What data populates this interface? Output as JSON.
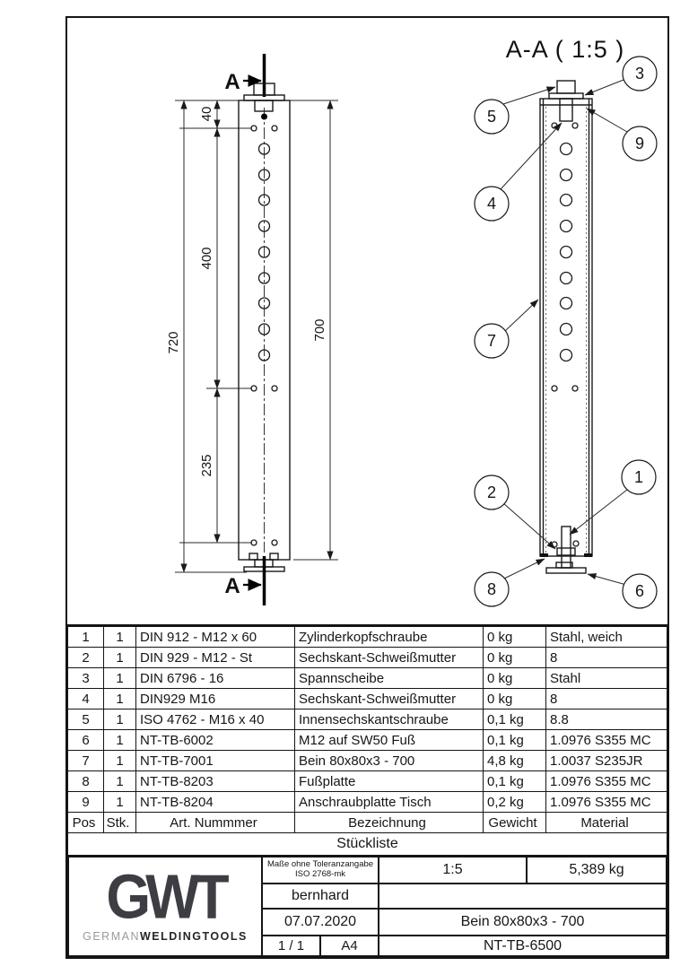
{
  "drawing": {
    "front_view": {
      "section_label": "A",
      "dims": {
        "d40": "40",
        "d400": "400",
        "d720": "720",
        "d235": "235",
        "d700": "700"
      }
    },
    "section_view": {
      "title": "A-A ( 1:5 )",
      "balloons": {
        "b1": "1",
        "b2": "2",
        "b3": "3",
        "b4": "4",
        "b5": "5",
        "b6": "6",
        "b7": "7",
        "b8": "8",
        "b9": "9"
      }
    }
  },
  "parts_list": {
    "title": "Stückliste",
    "headers": {
      "pos": "Pos",
      "qty": "Stk.",
      "art": "Art. Nummmer",
      "name": "Bezeichnung",
      "weight": "Gewicht",
      "material": "Material"
    },
    "rows": [
      {
        "pos": "1",
        "qty": "1",
        "art": "DIN 912 - M12 x 60",
        "name": "Zylinderkopfschraube",
        "weight": "0 kg",
        "material": "Stahl, weich"
      },
      {
        "pos": "2",
        "qty": "1",
        "art": "DIN 929 - M12 - St",
        "name": "Sechskant-Schweißmutter",
        "weight": "0 kg",
        "material": "8"
      },
      {
        "pos": "3",
        "qty": "1",
        "art": "DIN 6796 - 16",
        "name": "Spannscheibe",
        "weight": "0 kg",
        "material": "Stahl"
      },
      {
        "pos": "4",
        "qty": "1",
        "art": "DIN929 M16",
        "name": "Sechskant-Schweißmutter",
        "weight": "0 kg",
        "material": "8"
      },
      {
        "pos": "5",
        "qty": "1",
        "art": "ISO 4762  - M16 x 40",
        "name": "Innensechskantschraube",
        "weight": "0,1 kg",
        "material": "8.8"
      },
      {
        "pos": "6",
        "qty": "1",
        "art": "NT-TB-6002",
        "name": "M12 auf SW50 Fuß",
        "weight": "0,1 kg",
        "material": "1.0976 S355 MC"
      },
      {
        "pos": "7",
        "qty": "1",
        "art": "NT-TB-7001",
        "name": "Bein 80x80x3 - 700",
        "weight": "4,8 kg",
        "material": "1.0037 S235JR"
      },
      {
        "pos": "8",
        "qty": "1",
        "art": "NT-TB-8203",
        "name": "Fußplatte",
        "weight": "0,1 kg",
        "material": "1.0976 S355 MC"
      },
      {
        "pos": "9",
        "qty": "1",
        "art": "NT-TB-8204",
        "name": "Anschraubplatte Tisch",
        "weight": "0,2 kg",
        "material": "1.0976 S355 MC"
      }
    ]
  },
  "title_block": {
    "tolerance_line1": "Maße ohne Toleranzangabe",
    "tolerance_line2": "ISO 2768-mk",
    "scale": "1:5",
    "weight": "5,389 kg",
    "author": "bernhard",
    "date": "07.07.2020",
    "part_name": "Bein 80x80x3 - 700",
    "sheet": "1 / 1",
    "paper": "A4",
    "drawing_number": "NT-TB-6500",
    "logo": {
      "acronym": "GWT",
      "brand_light": "GERMAN",
      "brand_dark": "WELDINGTOOLS"
    },
    "colors": {
      "line": "#141414",
      "logo_dark": "#3d3d44",
      "logo_light": "#9b9ba1"
    }
  }
}
